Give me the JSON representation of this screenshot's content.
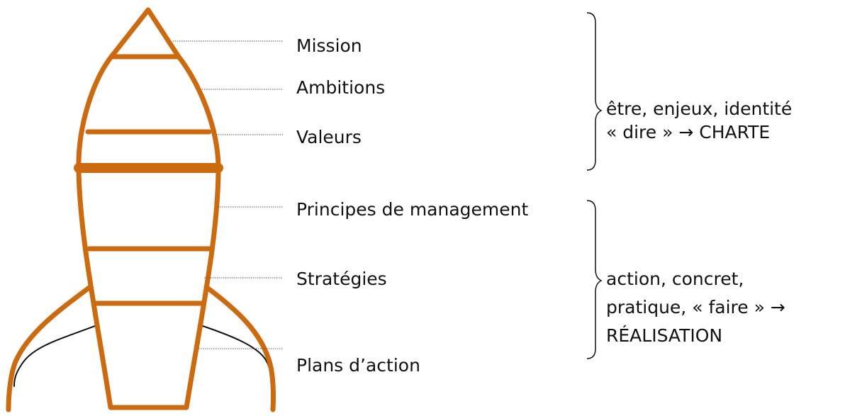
{
  "levels": [
    {
      "label": "Mission"
    },
    {
      "label": "Ambitions"
    },
    {
      "label": "Valeurs"
    },
    {
      "label": "Principes de management"
    },
    {
      "label": "Stratégies"
    },
    {
      "label": "Plans d’action"
    }
  ],
  "groups": [
    {
      "lines": [
        "être, enjeux, identité",
        "« dire » → CHARTE"
      ]
    },
    {
      "lines": [
        "action, concret,",
        "pratique, « faire » →",
        "RÉALISATION"
      ]
    }
  ],
  "colors": {
    "rocket": "#cc6a10",
    "text": "#111111",
    "leader": "#555555"
  }
}
